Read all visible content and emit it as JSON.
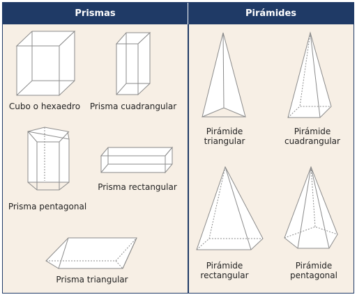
{
  "headers": {
    "prismas": "Prismas",
    "piramides": "Pirámides"
  },
  "prismas": {
    "cubo": "Cubo o hexaedro",
    "cuadrangular": "Prisma cuadrangular",
    "pentagonal": "Prisma pentagonal",
    "rectangular": "Prisma rectangular",
    "triangular": "Prisma triangular"
  },
  "piramides": {
    "triangular": [
      "Pirámide",
      "triangular"
    ],
    "cuadrangular": [
      "Pirámide",
      "cuadrangular"
    ],
    "rectangular": [
      "Pirámide",
      "rectangular"
    ],
    "pentagonal": [
      "Pirámide",
      "pentagonal"
    ]
  }
}
